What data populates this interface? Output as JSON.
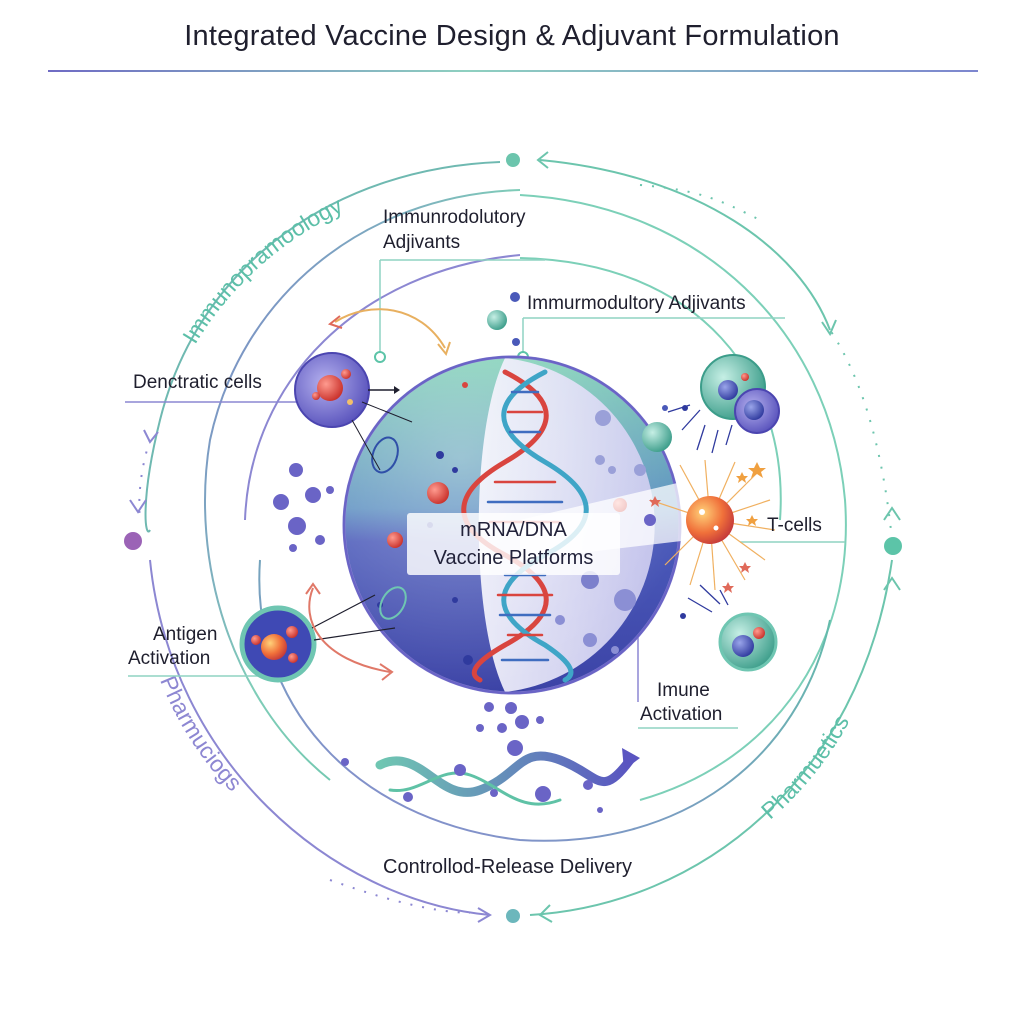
{
  "title": "Integrated Vaccine Design & Adjuvant Formulation",
  "center": {
    "line1": "mRNA/DNA",
    "line2": "Vaccine Platforms"
  },
  "labels": {
    "top_adjuvants_1": "Immunrodolutory",
    "top_adjuvants_2": "Adjivants",
    "right_adjuvants": "Immurmodultory Adjivants",
    "dendritic": "Denctratic cells",
    "t_cells": "T-cells",
    "antigen_1": "Antigen",
    "antigen_2": "Activation",
    "immune_1": "Imune",
    "immune_2": "Activation",
    "delivery": "Controllod-Release Delivery"
  },
  "arc_labels": {
    "top_left": "Immunopramoology",
    "bottom_left": "Pharmuciogs",
    "bottom_right": "Pharmuetics"
  },
  "colors": {
    "teal": "#5cc4a8",
    "purple": "#6a64c6",
    "violet": "#8d87d2",
    "red": "#d9453f",
    "orange": "#f08a3a",
    "blue": "#2f4fa8",
    "title": "#1f1f2e"
  }
}
